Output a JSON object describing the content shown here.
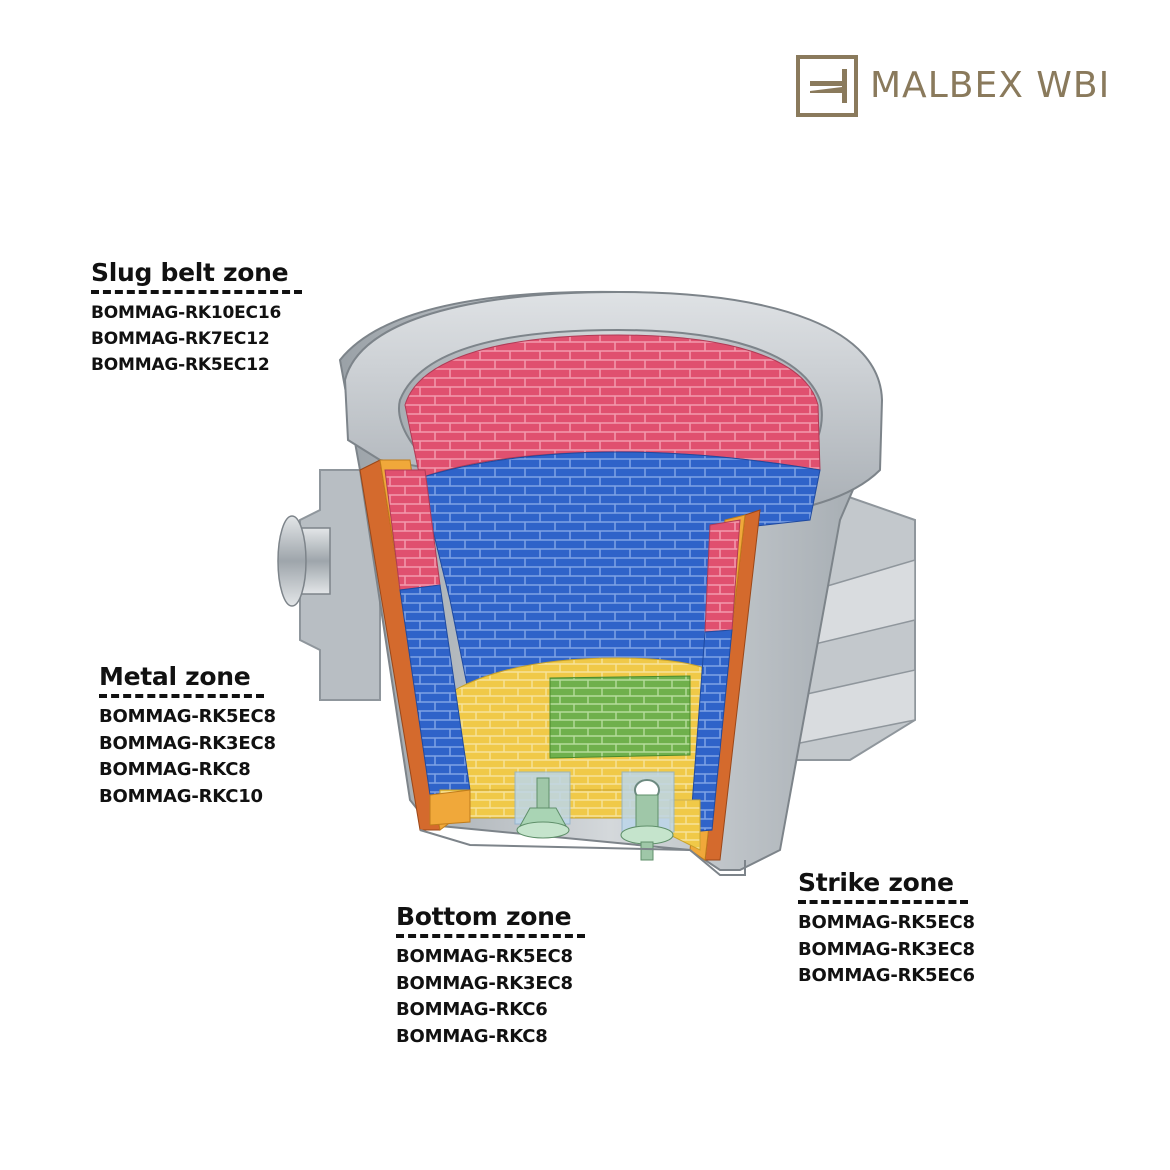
{
  "brand": {
    "logo_name": "malbex-wbi-logo",
    "name": "MALBEX WBI",
    "color": "#8a7a5c"
  },
  "zones": {
    "slug": {
      "title": "Slug belt zone",
      "items": [
        "BOMMAG-RK10EC16",
        "BOMMAG-RK7EC12",
        "BOMMAG-RK5EC12"
      ]
    },
    "metal": {
      "title": "Metal zone",
      "items": [
        "BOMMAG-RK5EC8",
        "BOMMAG-RK3EC8",
        "BOMMAG-RKC8",
        "BOMMAG-RKC10"
      ]
    },
    "bottom": {
      "title": "Bottom zone",
      "items": [
        "BOMMAG-RK5EC8",
        "BOMMAG-RK3EC8",
        "BOMMAG-RKC6",
        "BOMMAG-RKC8"
      ]
    },
    "strike": {
      "title": "Strike zone",
      "items": [
        "BOMMAG-RK5EC8",
        "BOMMAG-RK3EC8",
        "BOMMAG-RK5EC6"
      ]
    }
  },
  "colors": {
    "slug_belt_bricks": "#e0506f",
    "metal_bricks": "#2f63c9",
    "bottom_bricks": "#f0c948",
    "strike_bricks": "#6fb04c",
    "insulation": "#f0a83a",
    "shell": "#b9bfc4"
  }
}
